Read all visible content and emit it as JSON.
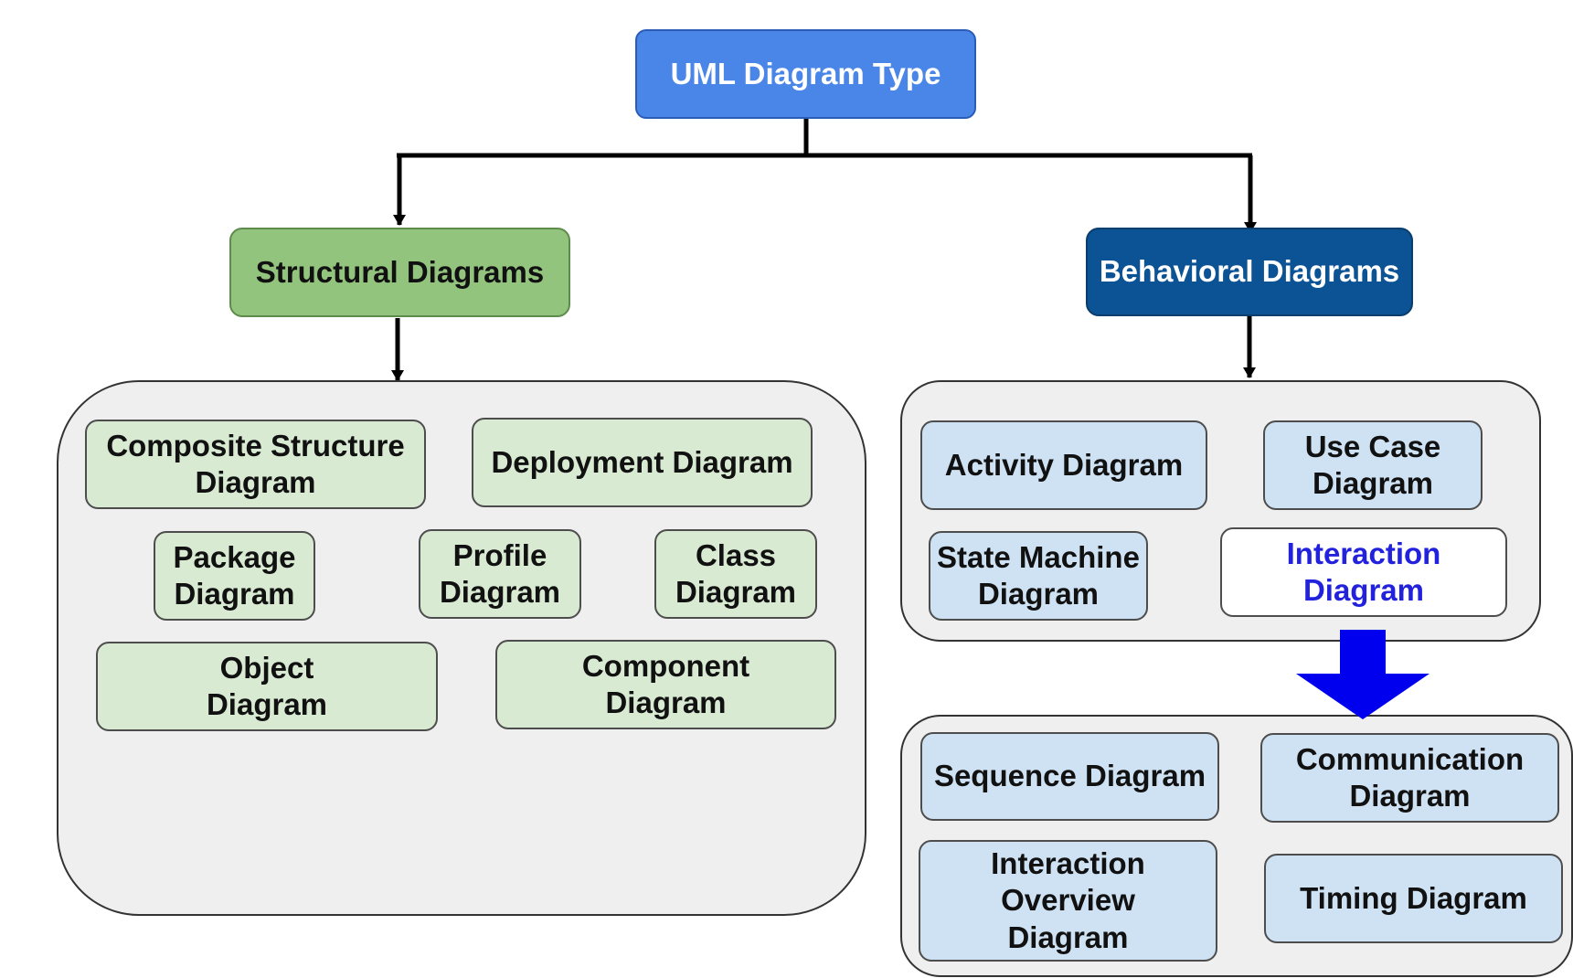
{
  "root": {
    "label": "UML Diagram Type",
    "color": "#4a86e8"
  },
  "structural": {
    "label": "Structural Diagrams",
    "color": "#93c47d",
    "items": [
      {
        "label": "Composite Structure\nDiagram"
      },
      {
        "label": "Deployment Diagram"
      },
      {
        "label": "Package\nDiagram"
      },
      {
        "label": "Profile\nDiagram"
      },
      {
        "label": "Class\nDiagram"
      },
      {
        "label": "Object\nDiagram"
      },
      {
        "label": "Component\nDiagram"
      }
    ]
  },
  "behavioral": {
    "label": "Behavioral Diagrams",
    "color": "#0b5394",
    "items": [
      {
        "label": "Activity Diagram"
      },
      {
        "label": "Use Case\nDiagram"
      },
      {
        "label": "State Machine\nDiagram"
      },
      {
        "label": "Interaction\nDiagram",
        "highlight_color": "#2222dd"
      }
    ]
  },
  "interaction": {
    "arrow_color": "#0000ee",
    "items": [
      {
        "label": "Sequence Diagram"
      },
      {
        "label": "Communication\nDiagram"
      },
      {
        "label": "Interaction\nOverview\nDiagram"
      },
      {
        "label": "Timing Diagram"
      }
    ]
  }
}
